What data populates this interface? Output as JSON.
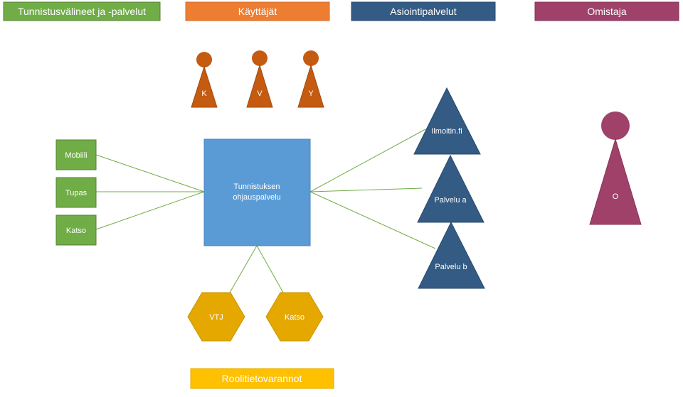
{
  "colors": {
    "green": "#70AD47",
    "green_dark": "#548235",
    "orange": "#ED7D31",
    "rust": "#C55A11",
    "navy": "#335B84",
    "plum": "#A0416A",
    "blue": "#5B9BD5",
    "gold": "#E5A800",
    "yellow": "#FFC000",
    "connector": "#70AD47"
  },
  "headers": {
    "identification": "Tunnistusvälineet ja -palvelut",
    "users": "Käyttäjät",
    "services": "Asiointipalvelut",
    "owner": "Omistaja",
    "role_stores": "Roolitietovarannot"
  },
  "users": [
    "K",
    "V",
    "Y"
  ],
  "id_methods": [
    "Mobiili",
    "Tupas",
    "Katso"
  ],
  "central": {
    "line1": "Tunnistuksen",
    "line2": "ohjauspalvelu"
  },
  "services": [
    "Ilmoitin.fi",
    "Palvelu a",
    "Palvelu b"
  ],
  "role_stores": [
    "VTJ",
    "Katso"
  ],
  "owner_label": "O"
}
